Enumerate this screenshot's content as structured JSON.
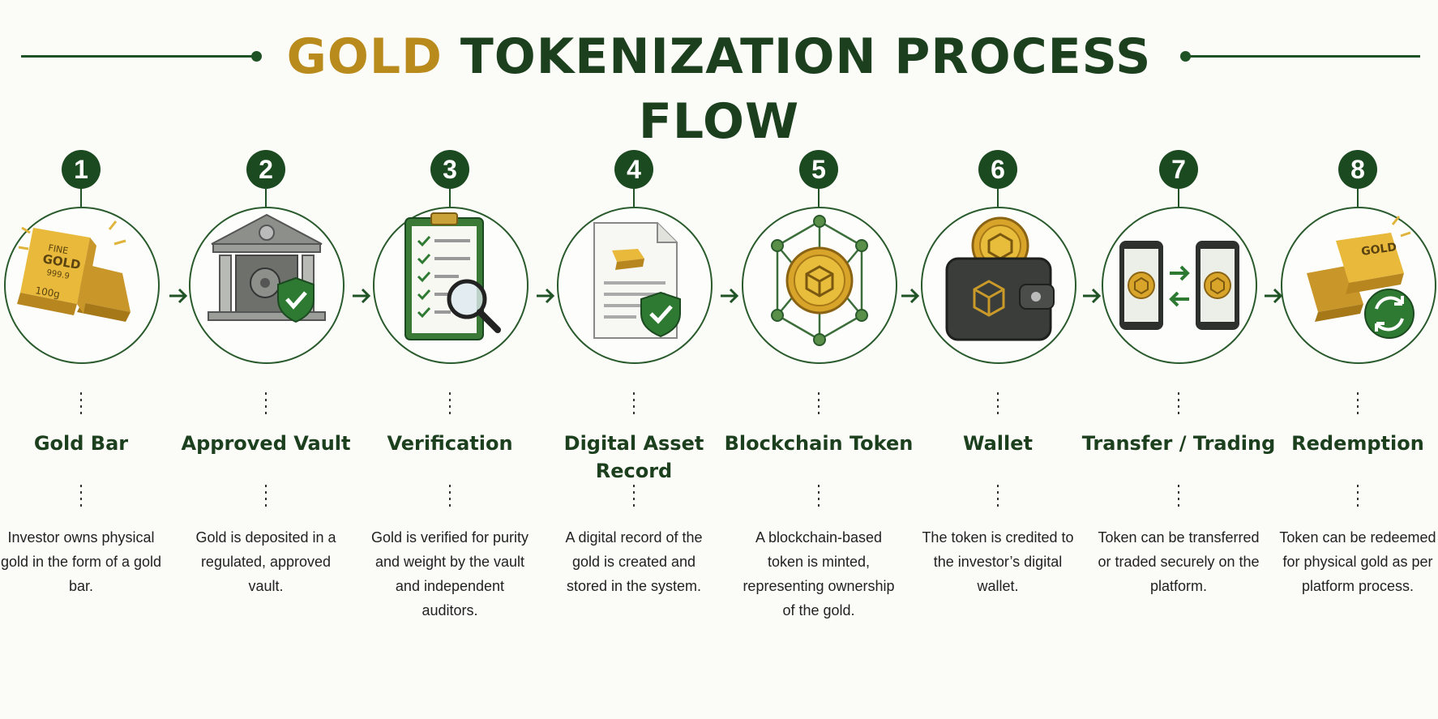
{
  "title": {
    "part1": "GOLD",
    "part2": "TOKENIZATION PROCESS FLOW"
  },
  "steps": [
    {
      "number": "1",
      "label": "Gold Bar",
      "description": "Investor owns physical gold in the form of a gold bar.",
      "icon": "gold-bar-icon"
    },
    {
      "number": "2",
      "label": "Approved Vault",
      "description": "Gold is deposited in a regulated, approved vault.",
      "icon": "vault-icon"
    },
    {
      "number": "3",
      "label": "Verification",
      "description": "Gold is verified for purity and weight by the vault and independent auditors.",
      "icon": "checklist-magnifier-icon"
    },
    {
      "number": "4",
      "label": "Digital Asset Record",
      "description": "A digital record of the gold is created and stored in the system.",
      "icon": "document-icon"
    },
    {
      "number": "5",
      "label": "Blockchain Token",
      "description": "A blockchain-based token is minted, representing ownership of the gold.",
      "icon": "blockchain-token-icon"
    },
    {
      "number": "6",
      "label": "Wallet",
      "description": "The token is credited to the investor’s digital wallet.",
      "icon": "wallet-icon"
    },
    {
      "number": "7",
      "label": "Transfer / Trading",
      "description": "Token can be transferred or traded securely on the platform.",
      "icon": "phones-transfer-icon"
    },
    {
      "number": "8",
      "label": "Redemption",
      "description": "Token can be redeemed for physical gold as per platform process.",
      "icon": "redemption-icon"
    }
  ],
  "icon_text": {
    "bar_fine": "FINE",
    "bar_gold": "GOLD",
    "bar_purity": "999.9",
    "bar_weight": "100g",
    "redeem_bar_gold": "GOLD"
  },
  "colors": {
    "dark_green": "#1c4a20",
    "gold": "#b98a1c",
    "line_green": "#2a5b2c"
  }
}
